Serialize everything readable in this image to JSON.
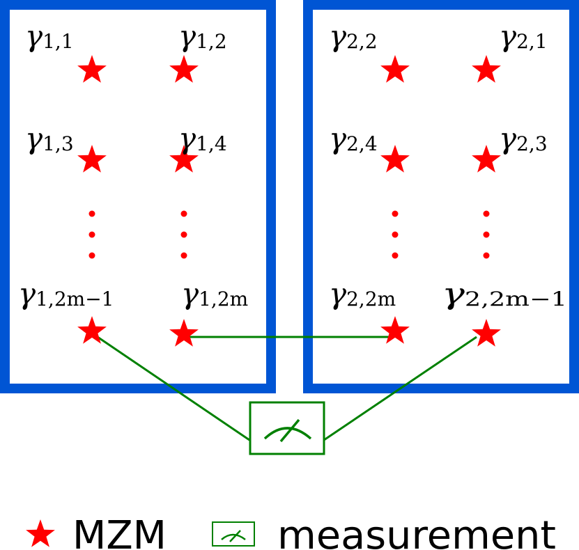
{
  "colors": {
    "module_border": "#0055d4",
    "star": "#ff0000",
    "dots": "#ff0000",
    "connection": "#008000",
    "measurement": "#008000",
    "label": "#000000"
  },
  "icons": {
    "mzm": "star-icon",
    "measurement": "meter-icon"
  },
  "diagram": {
    "modules": [
      {
        "id": "module-1",
        "top_labels": [
          {
            "symbol": "γ",
            "sub": "1,1"
          },
          {
            "symbol": "γ",
            "sub": "1,2"
          },
          {
            "symbol": "γ",
            "sub": "1,3"
          },
          {
            "symbol": "γ",
            "sub": "1,4"
          }
        ],
        "bottom_labels": [
          {
            "symbol": "γ",
            "sub": "1,2m−1"
          },
          {
            "symbol": "γ",
            "sub": "1,2m"
          }
        ]
      },
      {
        "id": "module-2",
        "top_labels": [
          {
            "symbol": "γ",
            "sub": "2,2"
          },
          {
            "symbol": "γ",
            "sub": "2,1"
          },
          {
            "symbol": "γ",
            "sub": "2,4"
          },
          {
            "symbol": "γ",
            "sub": "2,3"
          }
        ],
        "bottom_labels": [
          {
            "symbol": "γ",
            "sub": "2,2m"
          },
          {
            "symbol": "γ",
            "sub": "2,2m−1"
          }
        ]
      }
    ]
  },
  "legend": {
    "mzm_label": "MZM",
    "measurement_label": "measurement"
  }
}
